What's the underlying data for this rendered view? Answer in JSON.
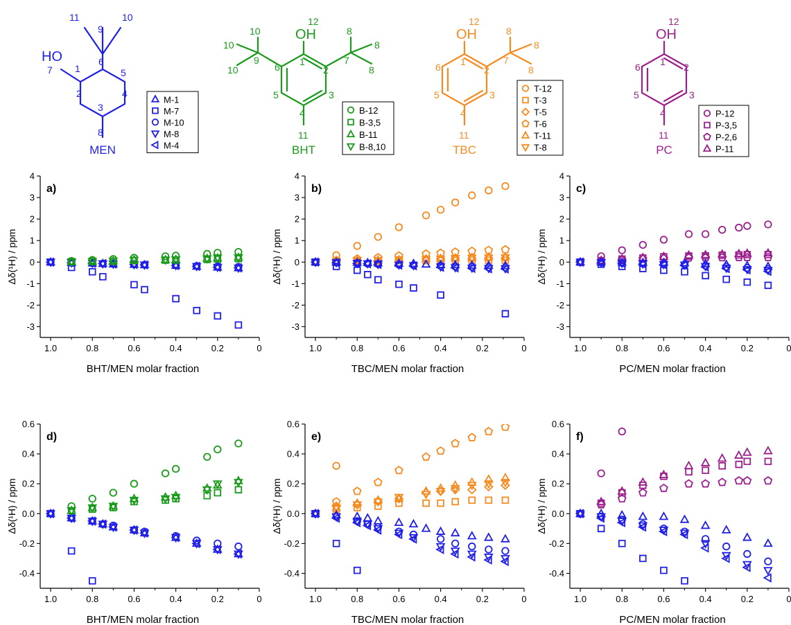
{
  "colors": {
    "men": "#1f1fe6",
    "bht": "#1a9a1a",
    "tbc": "#f58a1f",
    "pc": "#9b1f8c",
    "axis": "#000000"
  },
  "structures": {
    "men": {
      "name": "MEN",
      "oh": "HO",
      "nums": {
        "n11": "11",
        "n10": "10",
        "n9": "9",
        "n6": "6",
        "n7": "7",
        "n1": "1",
        "n5": "5",
        "n2": "2",
        "n4": "4",
        "n3": "3",
        "n8": "8"
      }
    },
    "bht": {
      "name": "BHT",
      "oh": "OH",
      "nums": {
        "n12": "12",
        "n10a": "10",
        "n10b": "10",
        "n10c": "10",
        "n9": "9",
        "n6": "6",
        "n1": "1",
        "n2": "2",
        "n7": "7",
        "n8a": "8",
        "n8b": "8",
        "n8c": "8",
        "n5": "5",
        "n3": "3",
        "n4": "4",
        "n11": "11"
      }
    },
    "tbc": {
      "name": "TBC",
      "oh": "OH",
      "nums": {
        "n12": "12",
        "n1": "1",
        "n6": "6",
        "n2": "2",
        "n7": "7",
        "n8a": "8",
        "n8b": "8",
        "n8c": "8",
        "n5": "5",
        "n3": "3",
        "n4": "4",
        "n11": "11"
      }
    },
    "pc": {
      "name": "PC",
      "oh": "OH",
      "nums": {
        "n12": "12",
        "n1": "1",
        "n6": "6",
        "n2": "2",
        "n5": "5",
        "n3": "3",
        "n4": "4",
        "n11": "11"
      }
    }
  },
  "legends": {
    "men": [
      {
        "label": "M-1",
        "marker": "triangle-up"
      },
      {
        "label": "M-7",
        "marker": "square"
      },
      {
        "label": "M-10",
        "marker": "circle"
      },
      {
        "label": "M-8",
        "marker": "triangle-down"
      },
      {
        "label": "M-4",
        "marker": "triangle-left"
      }
    ],
    "bht": [
      {
        "label": "B-12",
        "marker": "circle"
      },
      {
        "label": "B-3,5",
        "marker": "square"
      },
      {
        "label": "B-11",
        "marker": "triangle-up"
      },
      {
        "label": "B-8,10",
        "marker": "triangle-down"
      }
    ],
    "tbc": [
      {
        "label": "T-12",
        "marker": "circle"
      },
      {
        "label": "T-3",
        "marker": "square"
      },
      {
        "label": "T-5",
        "marker": "diamond"
      },
      {
        "label": "T-6",
        "marker": "pentagon"
      },
      {
        "label": "T-11",
        "marker": "triangle-up"
      },
      {
        "label": "T-8",
        "marker": "triangle-down"
      }
    ],
    "pc": [
      {
        "label": "P-12",
        "marker": "circle"
      },
      {
        "label": "P-3,5",
        "marker": "square"
      },
      {
        "label": "P-2,6",
        "marker": "pentagon"
      },
      {
        "label": "P-11",
        "marker": "triangle-up"
      }
    ]
  },
  "chart_data": [
    {
      "panel": "a)",
      "type": "scatter",
      "xlabel": "BHT/MEN molar fraction",
      "ylabel": "Δδ(¹H) / ppm",
      "xlim": [
        1.05,
        0
      ],
      "ylim": [
        -3.5,
        4
      ],
      "xticks": [
        "1.0",
        "0.8",
        "0.6",
        "0.4",
        "0.2",
        "0"
      ],
      "yticks": [
        "-3",
        "-2",
        "-1",
        "0",
        "1",
        "2",
        "3",
        "4"
      ],
      "x": [
        1.0,
        0.9,
        0.8,
        0.75,
        0.7,
        0.6,
        0.55,
        0.4,
        0.3,
        0.2,
        0.1
      ],
      "series": [
        {
          "name": "M-1",
          "marker": "triangle-up",
          "color": "men",
          "values": [
            0,
            -0.03,
            -0.05,
            -0.07,
            -0.09,
            -0.11,
            -0.13,
            -0.16,
            -0.2,
            -0.24,
            -0.27
          ]
        },
        {
          "name": "M-7",
          "marker": "square",
          "color": "men",
          "values": [
            0,
            -0.25,
            -0.45,
            -0.68,
            null,
            -1.05,
            -1.28,
            -1.7,
            -2.25,
            -2.5,
            -2.92
          ]
        },
        {
          "name": "M-10",
          "marker": "circle",
          "color": "men",
          "values": [
            0,
            -0.03,
            -0.05,
            -0.07,
            -0.08,
            -0.11,
            -0.12,
            -0.15,
            -0.18,
            -0.2,
            -0.22
          ]
        },
        {
          "name": "M-8",
          "marker": "triangle-down",
          "color": "men",
          "values": [
            0,
            -0.03,
            -0.05,
            -0.07,
            -0.09,
            -0.11,
            -0.13,
            -0.16,
            -0.2,
            -0.24,
            -0.27
          ]
        },
        {
          "name": "M-4",
          "marker": "triangle-left",
          "color": "men",
          "values": [
            0,
            -0.03,
            -0.05,
            -0.07,
            -0.09,
            -0.11,
            -0.13,
            -0.16,
            -0.2,
            -0.24,
            -0.27
          ]
        },
        {
          "name": "B-12",
          "marker": "circle",
          "color": "bht",
          "xs": [
            0.9,
            0.8,
            0.7,
            0.6,
            0.45,
            0.4,
            0.25,
            0.2,
            0.1
          ],
          "values": [
            0.05,
            0.1,
            0.14,
            0.2,
            0.27,
            0.3,
            0.38,
            0.43,
            0.47
          ]
        },
        {
          "name": "B-3,5",
          "marker": "square",
          "color": "bht",
          "xs": [
            0.9,
            0.8,
            0.7,
            0.6,
            0.45,
            0.4,
            0.25,
            0.2,
            0.1
          ],
          "values": [
            0.02,
            0.03,
            0.04,
            0.08,
            0.09,
            0.1,
            0.12,
            0.14,
            0.16
          ]
        },
        {
          "name": "B-11",
          "marker": "triangle-up",
          "color": "bht",
          "xs": [
            0.9,
            0.8,
            0.7,
            0.6,
            0.45,
            0.4,
            0.25,
            0.2,
            0.1
          ],
          "values": [
            0.02,
            0.04,
            0.05,
            0.1,
            0.11,
            0.12,
            0.17,
            0.19,
            0.22
          ]
        },
        {
          "name": "B-8,10",
          "marker": "triangle-down",
          "color": "bht",
          "xs": [
            0.9,
            0.8,
            0.7,
            0.6,
            0.45,
            0.4,
            0.25,
            0.2,
            0.1
          ],
          "values": [
            0.02,
            0.04,
            0.05,
            0.09,
            0.1,
            0.11,
            0.16,
            0.2,
            0.21
          ]
        }
      ]
    },
    {
      "panel": "b)",
      "type": "scatter",
      "xlabel": "TBC/MEN molar fraction",
      "ylabel": "Δδ(¹H) / ppm",
      "xlim": [
        1.05,
        0
      ],
      "ylim": [
        -3.5,
        4
      ],
      "xticks": [
        "1.0",
        "0.8",
        "0.6",
        "0.4",
        "0.2",
        "0"
      ],
      "yticks": [
        "-3",
        "-2",
        "-1",
        "0",
        "1",
        "2",
        "3",
        "4"
      ],
      "x": [
        1.0,
        0.9,
        0.8,
        0.75,
        0.7,
        0.6,
        0.53,
        0.47,
        0.4,
        0.33,
        0.25,
        0.17,
        0.09
      ],
      "series": [
        {
          "name": "T-12",
          "marker": "circle",
          "color": "tbc",
          "values": [
            0,
            0.32,
            0.75,
            null,
            1.17,
            1.62,
            null,
            2.17,
            2.43,
            2.77,
            3.1,
            3.33,
            3.53
          ]
        },
        {
          "name": "T-3",
          "marker": "square",
          "color": "tbc",
          "values": [
            0,
            0.03,
            0.04,
            null,
            0.05,
            0.07,
            null,
            0.07,
            0.07,
            0.08,
            0.09,
            0.09,
            0.09
          ]
        },
        {
          "name": "T-5",
          "marker": "diamond",
          "color": "tbc",
          "values": [
            0,
            0.05,
            0.06,
            null,
            0.08,
            0.1,
            null,
            0.14,
            0.15,
            0.16,
            0.16,
            0.18,
            0.19
          ]
        },
        {
          "name": "T-6",
          "marker": "pentagon",
          "color": "tbc",
          "values": [
            0,
            0.08,
            0.15,
            null,
            0.21,
            0.29,
            null,
            0.38,
            0.42,
            0.47,
            0.51,
            0.55,
            0.58
          ]
        },
        {
          "name": "T-11",
          "marker": "triangle-up",
          "color": "tbc",
          "values": [
            0,
            0.04,
            0.07,
            null,
            0.09,
            0.1,
            null,
            0.15,
            0.17,
            0.19,
            0.21,
            0.23,
            0.24
          ]
        },
        {
          "name": "T-8",
          "marker": "triangle-down",
          "color": "tbc",
          "values": [
            0,
            0.04,
            0.06,
            null,
            0.08,
            0.11,
            null,
            0.13,
            0.15,
            0.17,
            0.19,
            0.2,
            0.21
          ]
        },
        {
          "name": "M-1",
          "marker": "triangle-up",
          "color": "men",
          "values": [
            0,
            -0.01,
            -0.02,
            -0.03,
            -0.05,
            -0.06,
            -0.07,
            -0.1,
            -0.12,
            -0.13,
            -0.15,
            -0.16,
            -0.17
          ]
        },
        {
          "name": "M-7",
          "marker": "square",
          "color": "men",
          "values": [
            0,
            -0.2,
            -0.38,
            -0.58,
            -0.82,
            -1.03,
            -1.2,
            null,
            -1.53,
            null,
            null,
            null,
            -2.4
          ]
        },
        {
          "name": "M-10",
          "marker": "circle",
          "color": "men",
          "values": [
            0,
            -0.02,
            -0.05,
            -0.07,
            -0.09,
            -0.12,
            -0.14,
            null,
            -0.17,
            -0.2,
            -0.22,
            -0.24,
            -0.25
          ]
        },
        {
          "name": "M-8",
          "marker": "triangle-down",
          "color": "men",
          "values": [
            0,
            -0.02,
            -0.05,
            -0.07,
            -0.1,
            -0.13,
            -0.16,
            null,
            -0.22,
            -0.25,
            -0.27,
            -0.29,
            -0.3
          ]
        },
        {
          "name": "M-4",
          "marker": "triangle-left",
          "color": "men",
          "values": [
            0,
            -0.03,
            -0.06,
            -0.08,
            -0.11,
            -0.14,
            -0.17,
            null,
            -0.24,
            -0.27,
            -0.29,
            -0.31,
            -0.32
          ]
        }
      ]
    },
    {
      "panel": "c)",
      "type": "scatter",
      "xlabel": "PC/MEN molar fraction",
      "ylabel": "Δδ(¹H) / ppm",
      "xlim": [
        1.05,
        0
      ],
      "ylim": [
        -3.5,
        4
      ],
      "xticks": [
        "1.0",
        "0.8",
        "0.6",
        "0.4",
        "0.2",
        "0"
      ],
      "yticks": [
        "-3",
        "-2",
        "-1",
        "0",
        "1",
        "2",
        "3",
        "4"
      ],
      "x": [
        1.0,
        0.9,
        0.8,
        0.7,
        0.6,
        0.5,
        0.48,
        0.4,
        0.32,
        0.3,
        0.24,
        0.2,
        0.1
      ],
      "series": [
        {
          "name": "P-12",
          "marker": "circle",
          "color": "pc",
          "values": [
            0,
            0.27,
            0.55,
            0.8,
            1.04,
            null,
            1.3,
            1.3,
            1.5,
            null,
            1.6,
            1.68,
            1.75
          ]
        },
        {
          "name": "P-3,5",
          "marker": "square",
          "color": "pc",
          "values": [
            0,
            0.07,
            0.14,
            0.19,
            0.25,
            null,
            0.28,
            0.29,
            0.32,
            null,
            0.33,
            0.35,
            0.35
          ]
        },
        {
          "name": "P-2,6",
          "marker": "pentagon",
          "color": "pc",
          "values": [
            0,
            0.06,
            0.1,
            0.14,
            0.17,
            null,
            0.2,
            0.2,
            0.21,
            null,
            0.22,
            0.22,
            0.22
          ]
        },
        {
          "name": "P-11",
          "marker": "triangle-up",
          "color": "pc",
          "values": [
            0,
            0.08,
            0.15,
            0.21,
            0.26,
            null,
            0.32,
            0.34,
            0.37,
            null,
            0.39,
            0.41,
            0.42
          ]
        },
        {
          "name": "M-1",
          "marker": "triangle-up",
          "color": "men",
          "values": [
            0,
            0,
            -0.01,
            -0.02,
            -0.02,
            -0.04,
            null,
            -0.08,
            null,
            -0.11,
            null,
            -0.16,
            -0.2
          ]
        },
        {
          "name": "M-7",
          "marker": "square",
          "color": "men",
          "values": [
            0,
            -0.1,
            -0.2,
            -0.3,
            -0.38,
            -0.45,
            null,
            -0.63,
            null,
            -0.8,
            null,
            -0.93,
            -1.08
          ]
        },
        {
          "name": "M-10",
          "marker": "circle",
          "color": "men",
          "values": [
            0,
            -0.02,
            -0.04,
            -0.07,
            -0.1,
            -0.12,
            null,
            -0.17,
            null,
            -0.22,
            null,
            -0.27,
            -0.32
          ]
        },
        {
          "name": "M-8",
          "marker": "triangle-down",
          "color": "men",
          "values": [
            0,
            -0.02,
            -0.05,
            -0.08,
            -0.11,
            -0.13,
            null,
            -0.2,
            null,
            -0.28,
            null,
            -0.34,
            -0.38
          ]
        },
        {
          "name": "M-4",
          "marker": "triangle-left",
          "color": "men",
          "values": [
            0,
            -0.03,
            -0.06,
            -0.09,
            -0.12,
            -0.14,
            null,
            -0.23,
            null,
            -0.3,
            null,
            -0.36,
            -0.43
          ]
        }
      ]
    },
    {
      "panel": "d)",
      "type": "scatter",
      "xlabel": "BHT/MEN molar fraction",
      "ylabel": "Δδ(¹H) / ppm",
      "xlim": [
        1.05,
        0
      ],
      "ylim": [
        -0.5,
        0.6
      ],
      "xticks": [
        "1.0",
        "0.8",
        "0.6",
        "0.4",
        "0.2",
        "0"
      ],
      "yticks": [
        "-0.4",
        "-0.2",
        "0.0",
        "0.2",
        "0.4",
        "0.6"
      ],
      "ref": "a)"
    },
    {
      "panel": "e)",
      "type": "scatter",
      "xlabel": "TBC/MEN molar fraction",
      "ylabel": "Δδ(¹H) / ppm",
      "xlim": [
        1.05,
        0
      ],
      "ylim": [
        -0.5,
        0.6
      ],
      "xticks": [
        "1.0",
        "0.8",
        "0.6",
        "0.4",
        "0.2",
        "0"
      ],
      "yticks": [
        "-0.4",
        "-0.2",
        "0.0",
        "0.2",
        "0.4",
        "0.6"
      ],
      "ref": "b)"
    },
    {
      "panel": "f)",
      "type": "scatter",
      "xlabel": "PC/MEN molar fraction",
      "ylabel": "Δδ(¹H) / ppm",
      "xlim": [
        1.05,
        0
      ],
      "ylim": [
        -0.5,
        0.6
      ],
      "xticks": [
        "1.0",
        "0.8",
        "0.6",
        "0.4",
        "0.2",
        "0"
      ],
      "yticks": [
        "-0.4",
        "-0.2",
        "0.0",
        "0.2",
        "0.4",
        "0.6"
      ],
      "ref": "c)"
    }
  ]
}
